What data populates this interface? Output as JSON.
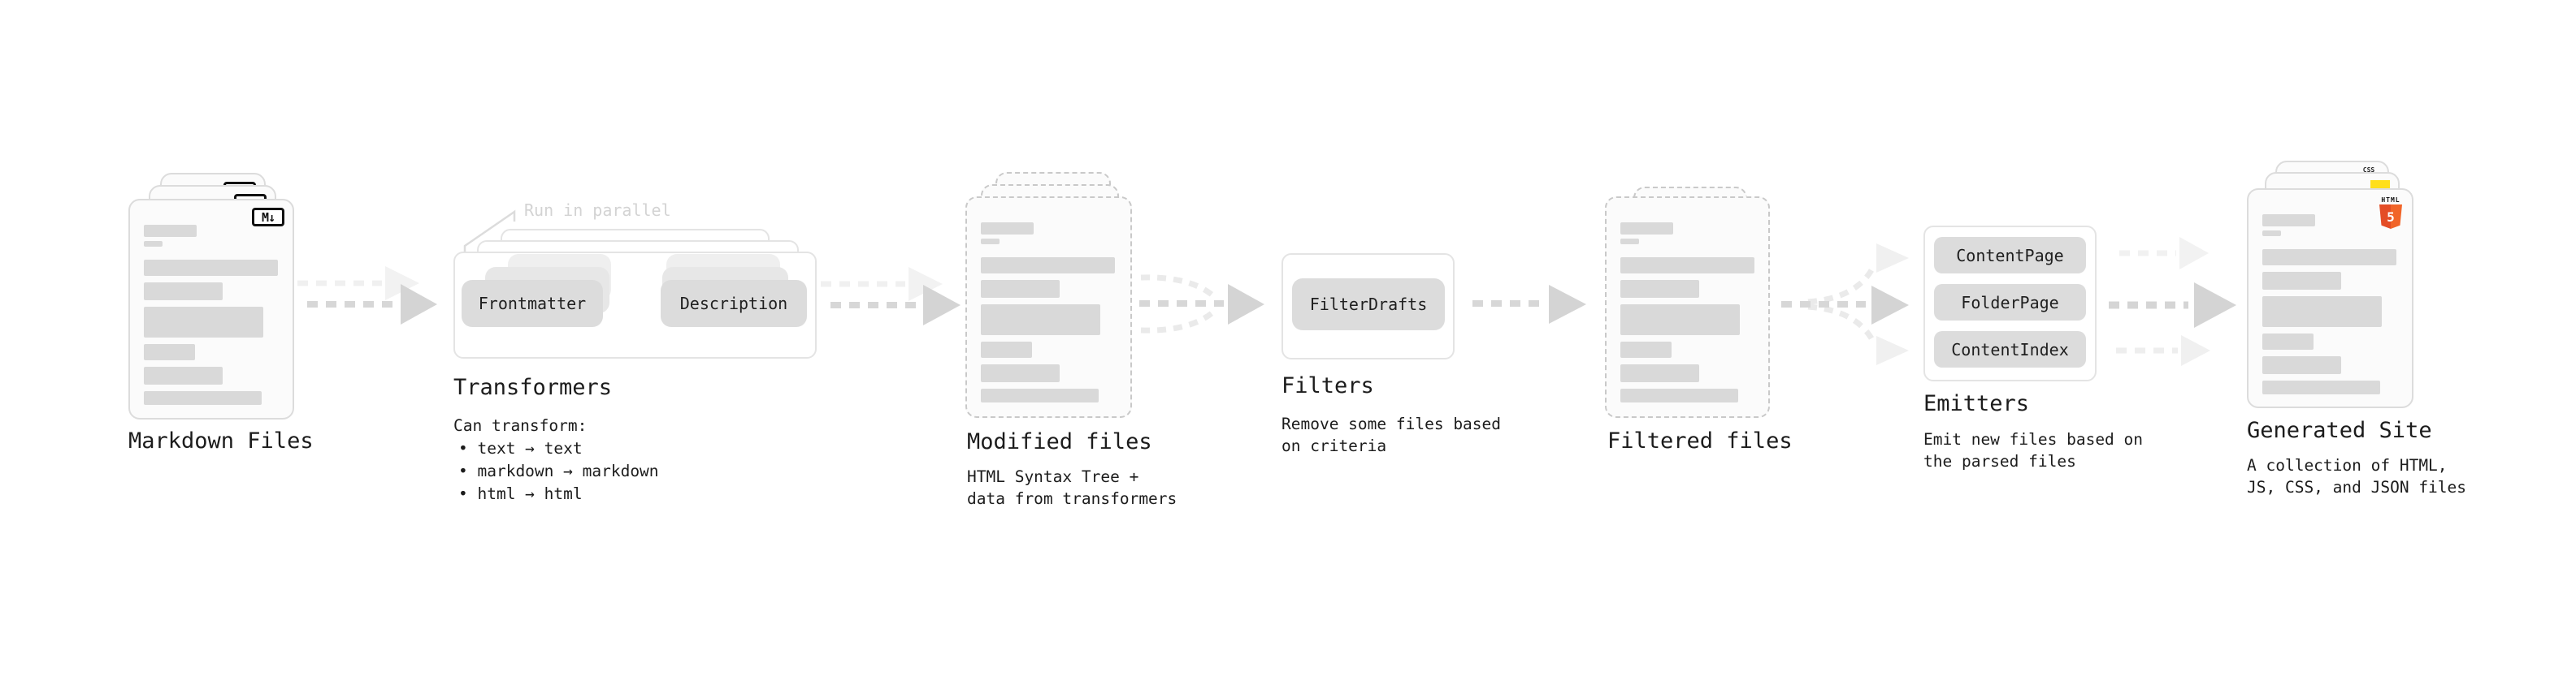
{
  "diagram": {
    "markdown": {
      "label": "Markdown Files",
      "badge": "M↓"
    },
    "transformers": {
      "annotation": "Run in parallel",
      "box_left": "Frontmatter",
      "box_right": "Description",
      "label": "Transformers",
      "desc_title": "Can transform:",
      "bullets": [
        "• text → text",
        "• markdown → markdown",
        "• html → html"
      ]
    },
    "modified": {
      "label": "Modified files",
      "desc_line1": "HTML Syntax Tree +",
      "desc_line2": "data from transformers"
    },
    "filters": {
      "box": "FilterDrafts",
      "label": "Filters",
      "desc_line1": "Remove some files based",
      "desc_line2": "on criteria"
    },
    "filtered": {
      "label": "Filtered files"
    },
    "emitters": {
      "boxes": [
        "ContentPage",
        "FolderPage",
        "ContentIndex"
      ],
      "label": "Emitters",
      "desc_line1": "Emit new files based on",
      "desc_line2": "the parsed files"
    },
    "generated": {
      "label": "Generated Site",
      "desc_line1": "A collection of HTML,",
      "desc_line2": "JS, CSS, and JSON files",
      "badge_css": "CSS",
      "badge_html_word": "HTML",
      "badge_html_num": "5"
    },
    "colors": {
      "html5_orange": "#e44d26",
      "html5_orange_light": "#f16529",
      "js_yellow": "#ffdf1b",
      "css_blue": "#2b63f6",
      "bar_gray": "#d9d9d9",
      "arrow_gray": "#d5d5d5",
      "arrow_faint": "#efefef"
    }
  }
}
